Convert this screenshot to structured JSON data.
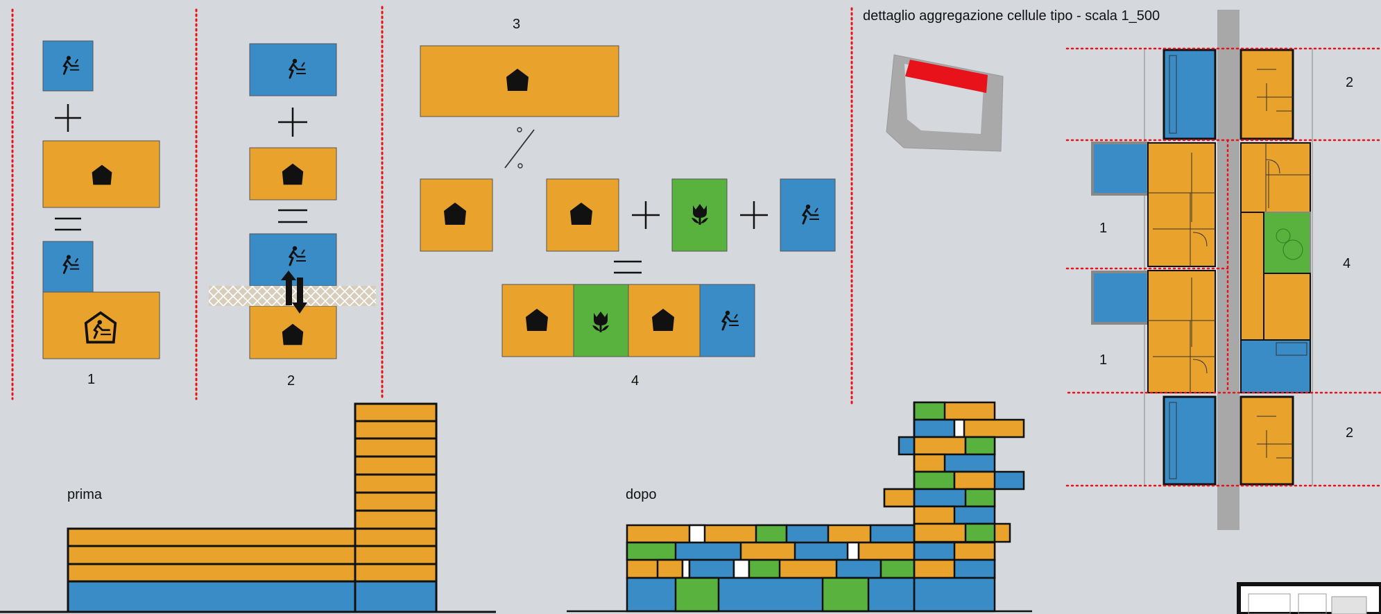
{
  "title": "dettaglio aggregazione cellule tipo - scala 1_500",
  "labels": {
    "s1": "1",
    "s2": "2",
    "s3": "3",
    "s4": "4",
    "prima": "prima",
    "dopo": "dopo",
    "plan_row1": "1",
    "plan_row2": "1",
    "plan_top": "2",
    "plan_mid": "4",
    "plan_bottom": "2"
  },
  "colors": {
    "background": "#d5d8dd",
    "work": "#3a8cc6",
    "home": "#e9a22b",
    "garden": "#58b23d",
    "separator": "#e8121b",
    "stroke": "#111111",
    "street": "#a8a8a8"
  },
  "icons": {
    "home": "house-icon",
    "work": "desk-worker-icon",
    "garden": "tulip-icon"
  }
}
